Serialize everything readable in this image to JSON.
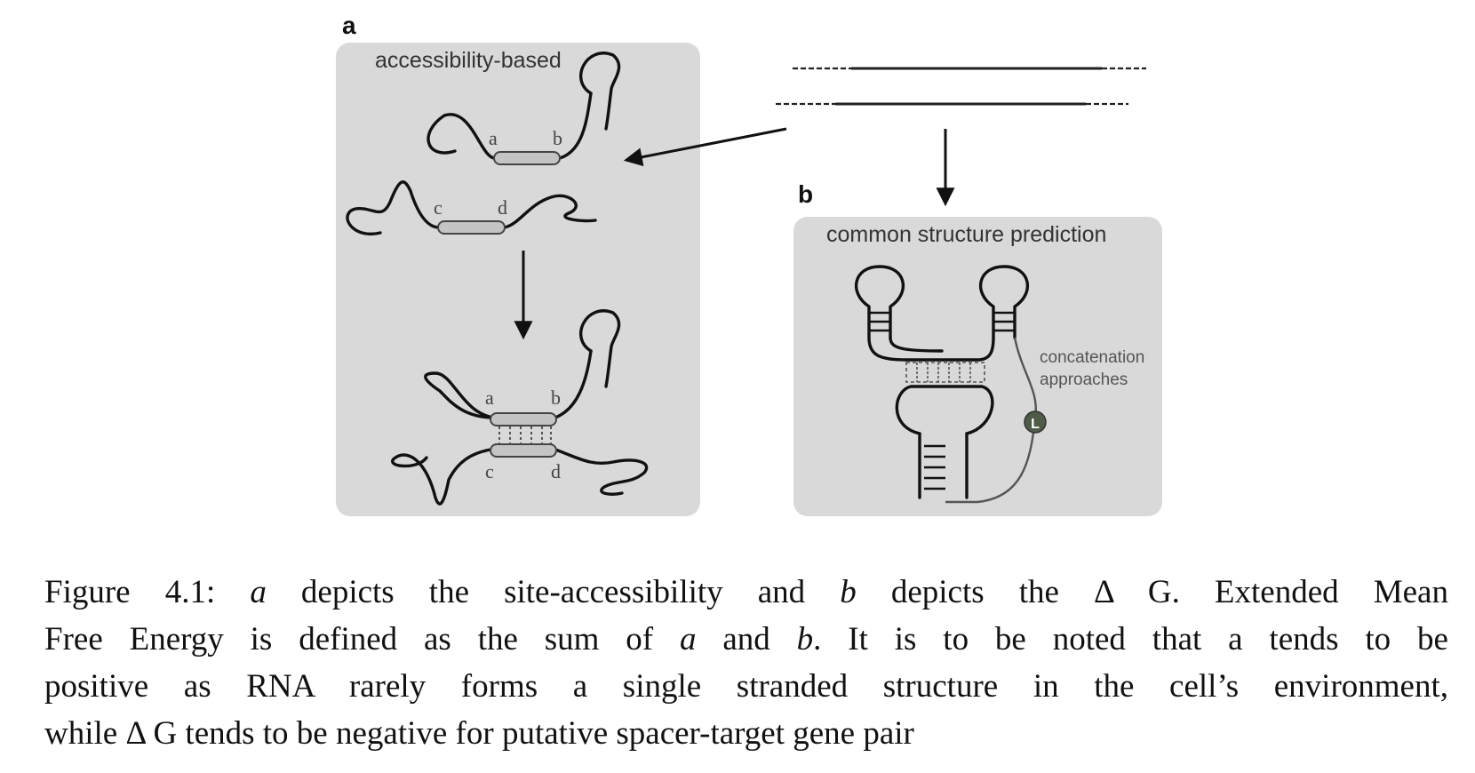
{
  "figure": {
    "panel_a": {
      "letter": "a",
      "title": "accessibility-based",
      "top_labels": [
        "a",
        "b"
      ],
      "lower_labels": [
        "c",
        "d"
      ],
      "bound_top_labels": [
        "a",
        "b"
      ],
      "bound_lower_labels": [
        "c",
        "d"
      ]
    },
    "panel_b": {
      "letter": "b",
      "title": "common structure prediction",
      "note_line1": "concatenation",
      "note_line2": "approaches",
      "linker_symbol": "L"
    },
    "colors": {
      "panel_background": "#d9d9d9",
      "strand": "#111111",
      "duplex_fill": "#c4c4c4",
      "linker_circle": "#4d5b47"
    }
  },
  "caption": {
    "line1": [
      "Figure 4.1: ",
      "a",
      " depicts the site-accessibility and ",
      "b",
      " depicts the Δ G. Extended Mean"
    ],
    "line2": [
      "Free Energy is defined as the sum of ",
      "a",
      " and ",
      "b",
      ".  It is to be noted that a tends to be"
    ],
    "line3": "positive as RNA rarely forms a single stranded structure in the cell’s environment,",
    "line4": "while Δ G tends to be negative for putative spacer-target gene pair"
  }
}
